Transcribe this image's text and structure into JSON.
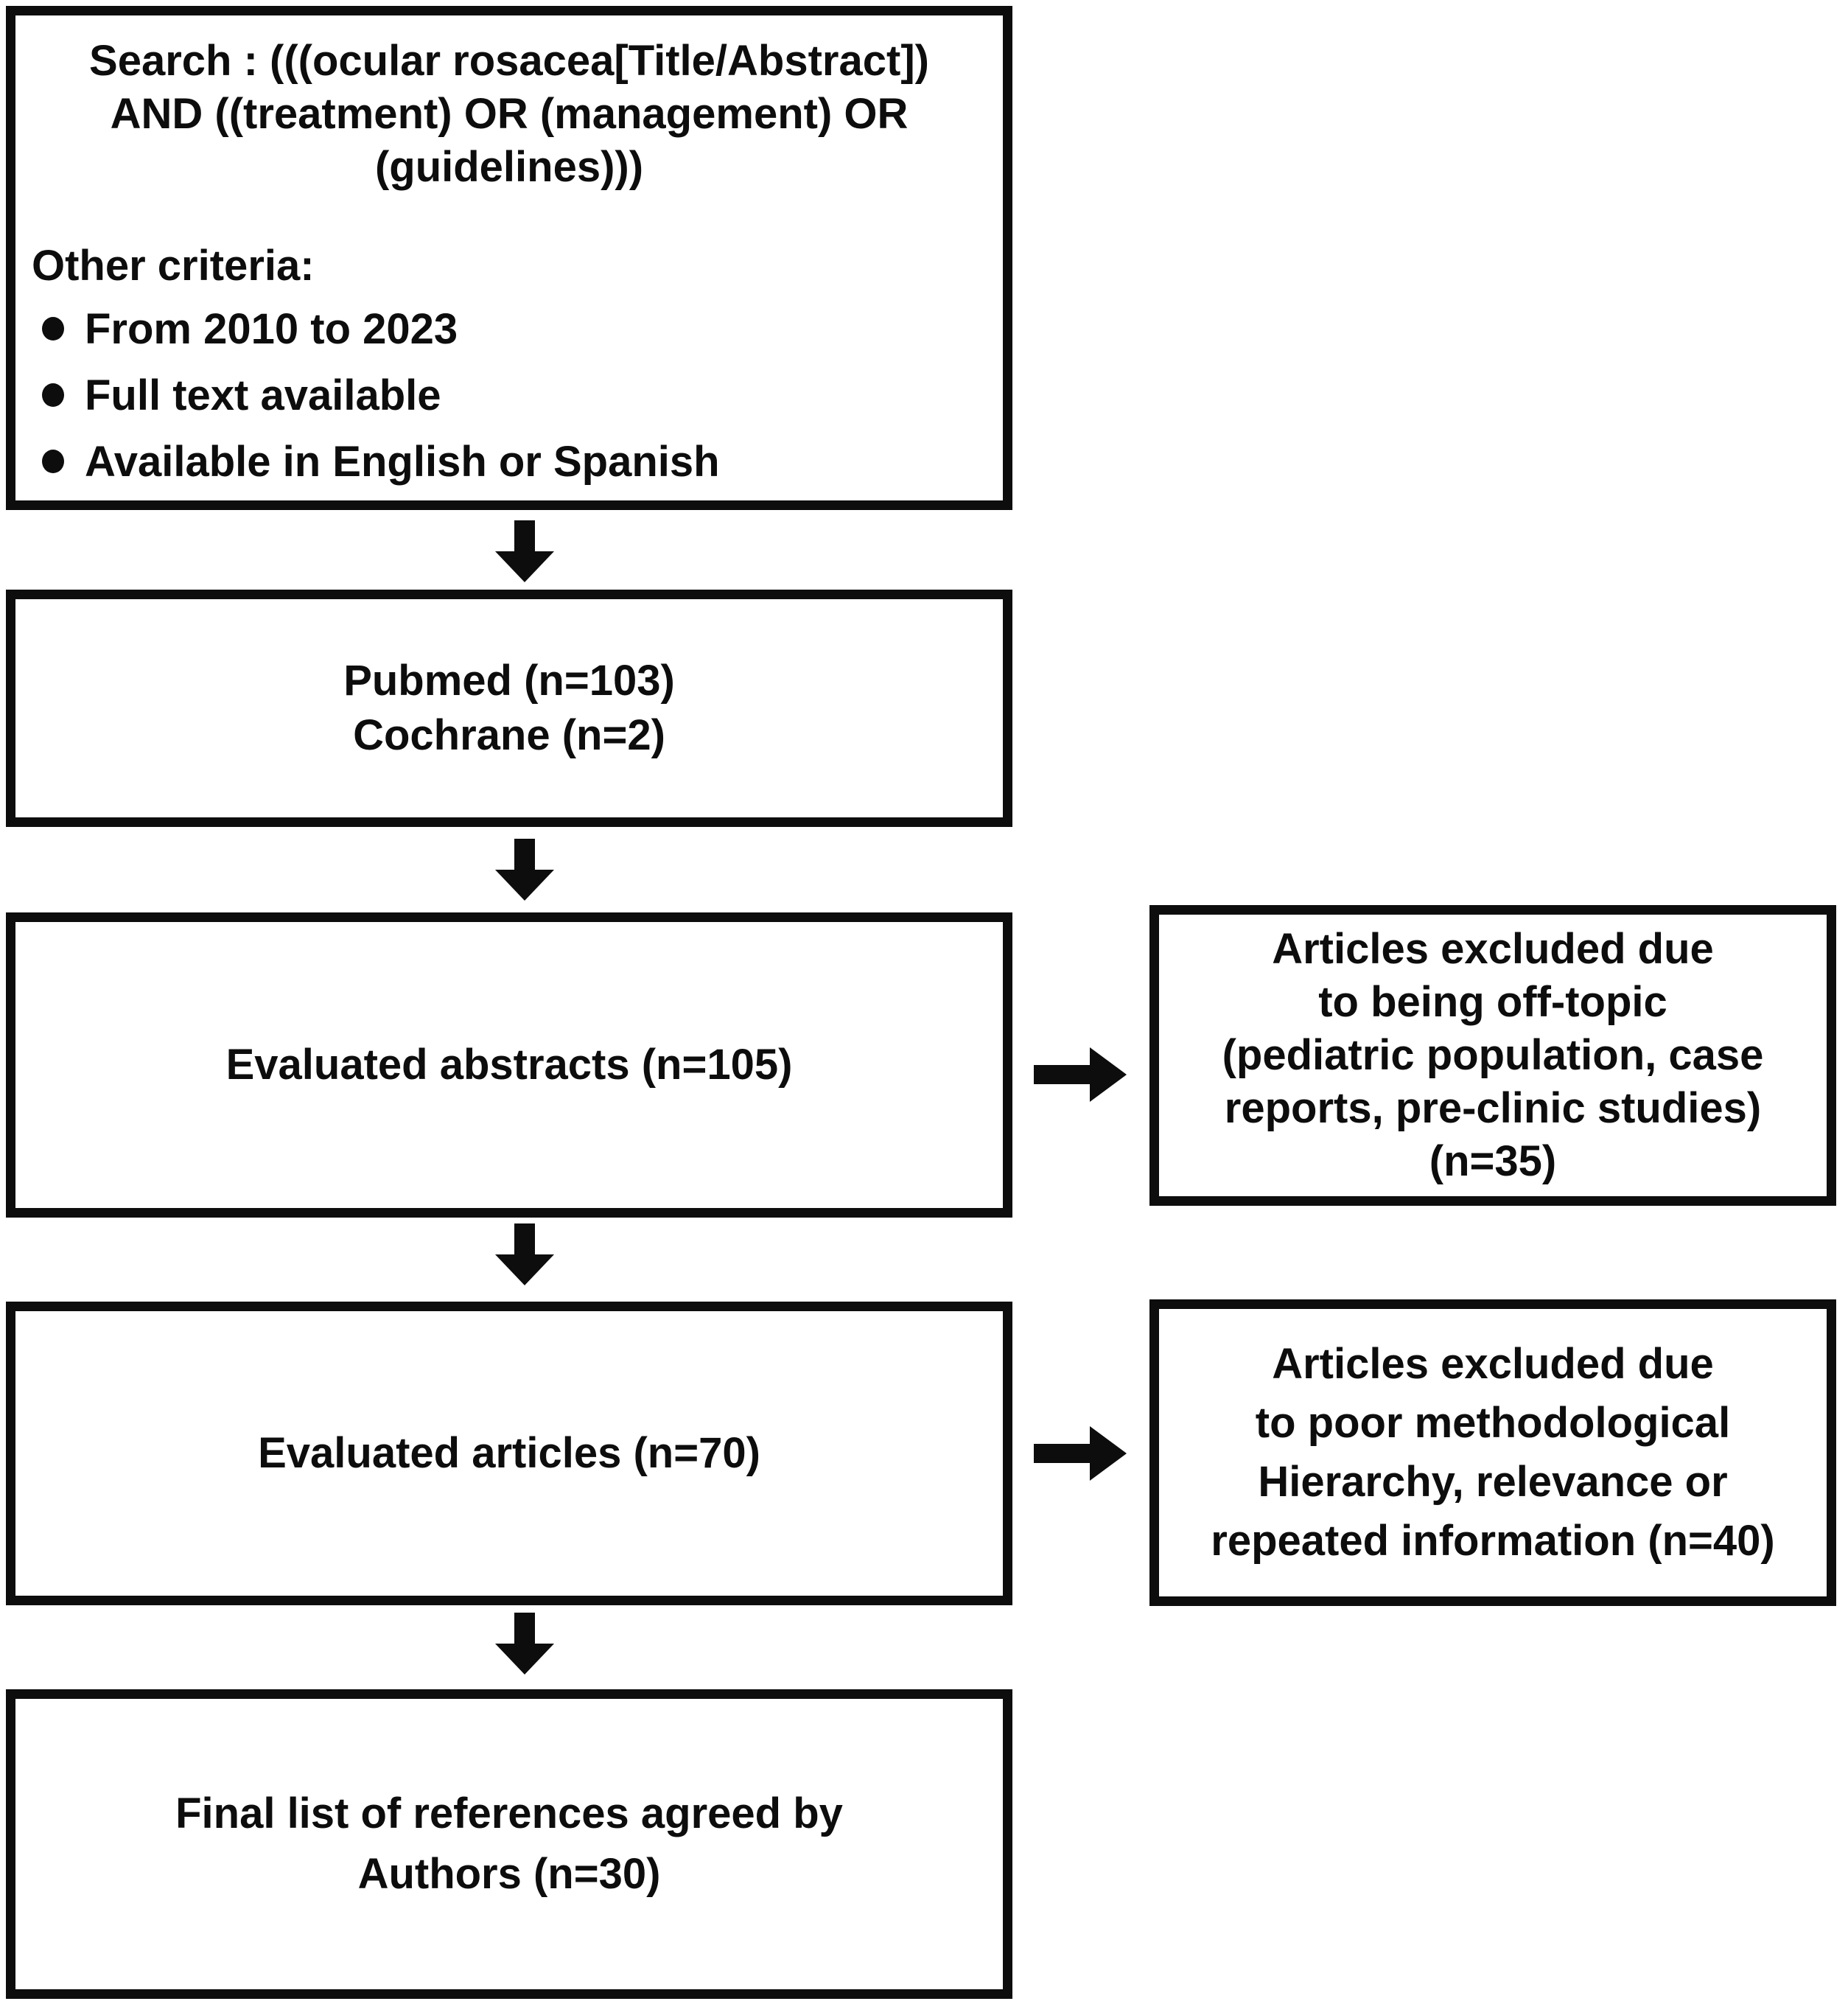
{
  "colors": {
    "ink": "#0d0d0d",
    "background": "#ffffff"
  },
  "flow": {
    "search_box": {
      "query": "Search : (((ocular rosacea[Title/Abstract])\nAND ((treatment) OR (management) OR\n(guidelines)))",
      "criteria_title": "Other criteria:",
      "criteria": [
        "From 2010 to 2023",
        "Full text available",
        "Available in English or Spanish"
      ]
    },
    "sources_box": {
      "text": "Pubmed (n=103)\nCochrane (n=2)"
    },
    "abstracts_box": {
      "text": "Evaluated abstracts (n=105)"
    },
    "excluded_offtopic_box": {
      "text": "Articles excluded due\nto being off-topic\n(pediatric population, case\nreports, pre-clinic studies)\n(n=35)"
    },
    "articles_box": {
      "text": "Evaluated articles (n=70)"
    },
    "excluded_methodology_box": {
      "text": "Articles excluded due\nto poor methodological\nHierarchy, relevance or\nrepeated information (n=40)"
    },
    "final_box": {
      "text": "Final list of references agreed by\nAuthors (n=30)"
    }
  }
}
